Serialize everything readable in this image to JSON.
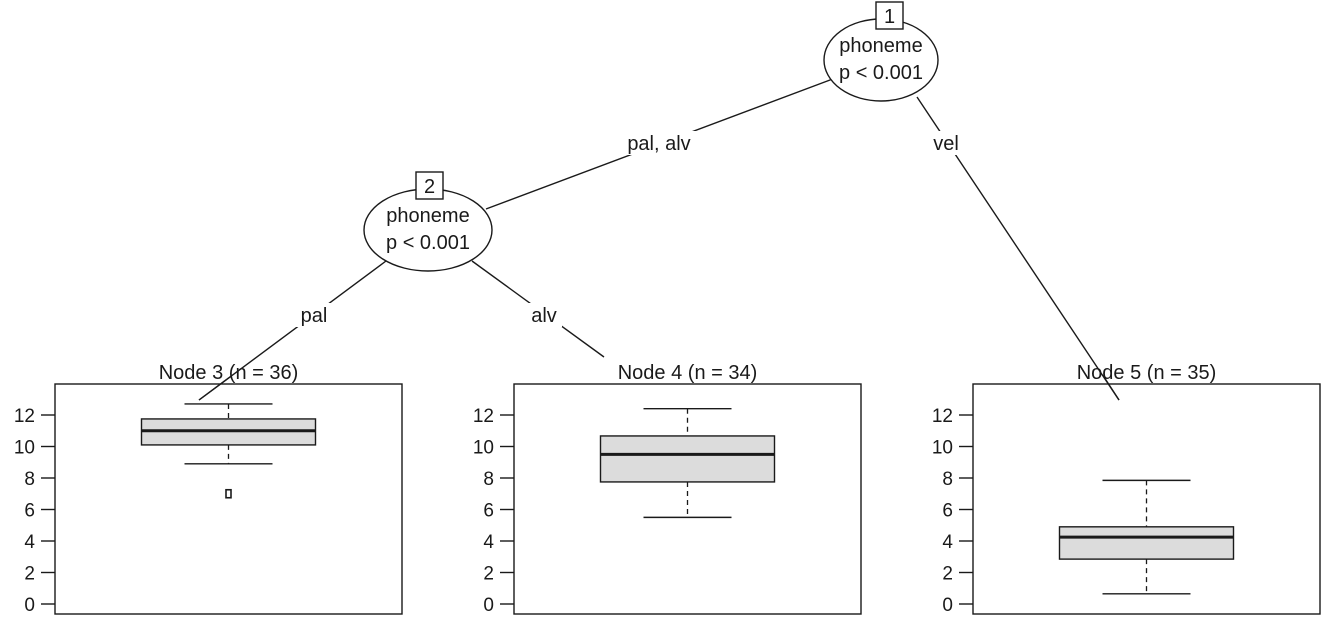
{
  "chart_data": {
    "type": "tree-boxplot",
    "title": "",
    "inner_nodes": [
      {
        "id": 1,
        "variable": "phoneme",
        "pvalue": "p < 0.001"
      },
      {
        "id": 2,
        "variable": "phoneme",
        "pvalue": "p < 0.001"
      }
    ],
    "edges": [
      {
        "from": 1,
        "to": 2,
        "label": "pal, alv"
      },
      {
        "from": 1,
        "to": 5,
        "label": "vel"
      },
      {
        "from": 2,
        "to": 3,
        "label": "pal"
      },
      {
        "from": 2,
        "to": 4,
        "label": "alv"
      }
    ],
    "terminal_nodes": [
      {
        "id": 3,
        "title": "Node 3 (n = 36)",
        "n": 36,
        "stats": {
          "lower_whisker": 8.9,
          "q1": 10.1,
          "median": 11.0,
          "q3": 11.75,
          "upper_whisker": 12.7
        },
        "outliers": [
          7.0
        ]
      },
      {
        "id": 4,
        "title": "Node 4 (n = 34)",
        "n": 34,
        "stats": {
          "lower_whisker": 5.5,
          "q1": 7.75,
          "median": 9.5,
          "q3": 10.67,
          "upper_whisker": 12.4
        },
        "outliers": []
      },
      {
        "id": 5,
        "title": "Node 5 (n = 35)",
        "n": 35,
        "stats": {
          "lower_whisker": 0.65,
          "q1": 2.85,
          "median": 4.25,
          "q3": 4.9,
          "upper_whisker": 7.85
        },
        "outliers": []
      }
    ],
    "yticks": [
      "0",
      "2",
      "4",
      "6",
      "8",
      "10",
      "12"
    ],
    "ylim": [
      -0.5,
      14
    ],
    "box_fill": "#dcdcdc",
    "line_color": "#1a1a1a"
  }
}
